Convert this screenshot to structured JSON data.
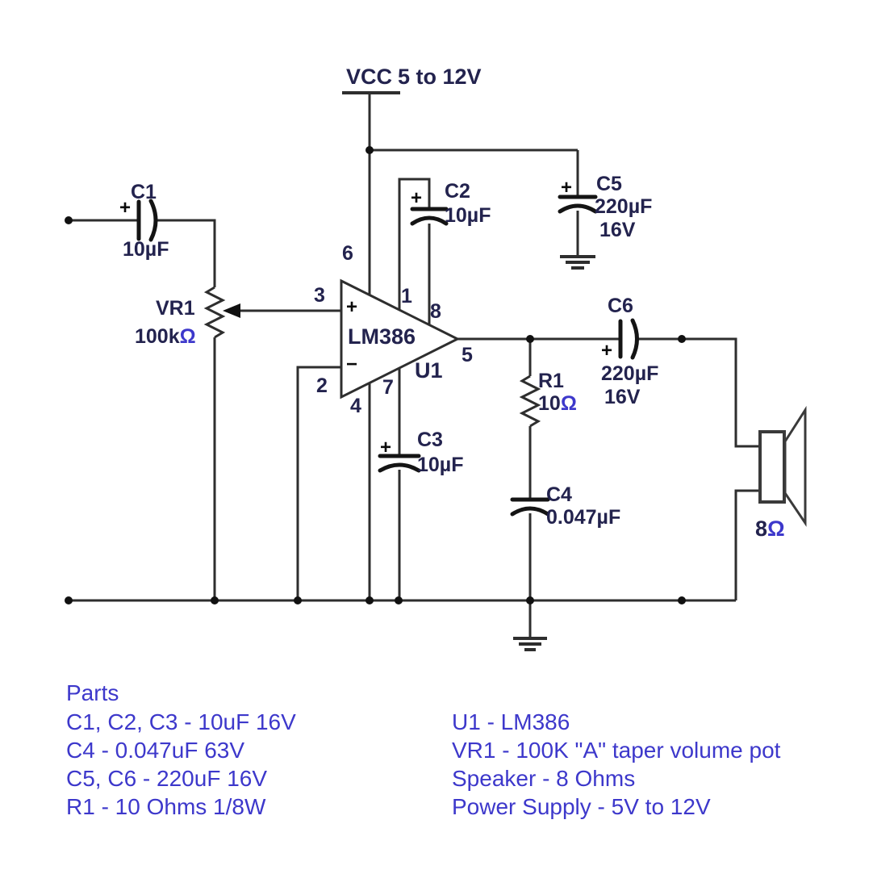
{
  "colors": {
    "wire": "#2e2e2e",
    "ink": "#23234e",
    "accent_blue": "#3d38cb",
    "background": "#ffffff"
  },
  "schematic": {
    "vcc": {
      "label": "VCC",
      "range": "5 to 12V"
    },
    "ic": {
      "name": "LM386",
      "ref": "U1",
      "plus": "+",
      "minus": "−",
      "pin1": "1",
      "pin2": "2",
      "pin3": "3",
      "pin4": "4",
      "pin5": "5",
      "pin6": "6",
      "pin7": "7",
      "pin8": "8"
    },
    "c1": {
      "ref": "C1",
      "plus": "+",
      "value": "10µF"
    },
    "c2": {
      "ref": "C2",
      "plus": "+",
      "value": "10µF"
    },
    "c3": {
      "ref": "C3",
      "plus": "+",
      "value": "10µF"
    },
    "c4": {
      "ref": "C4",
      "value": "0.047µF"
    },
    "c5": {
      "ref": "C5",
      "plus": "+",
      "value": "220µF",
      "voltage": "16V"
    },
    "c6": {
      "ref": "C6",
      "plus": "+",
      "value": "220µF",
      "voltage": "16V"
    },
    "r1": {
      "ref": "R1",
      "value": "10",
      "unit": "Ω"
    },
    "vr1": {
      "ref": "VR1",
      "value": "100k",
      "unit": "Ω"
    },
    "speaker": {
      "value": "8",
      "unit": "Ω"
    }
  },
  "parts_list": {
    "heading": "Parts",
    "left": [
      "C1, C2, C3 - 10uF 16V",
      "C4 - 0.047uF 63V",
      "C5, C6 - 220uF 16V",
      "R1 - 10 Ohms 1/8W"
    ],
    "right": [
      "U1 - LM386",
      "VR1 - 100K \"A\" taper volume pot",
      "Speaker - 8 Ohms",
      "Power Supply - 5V to 12V"
    ]
  }
}
